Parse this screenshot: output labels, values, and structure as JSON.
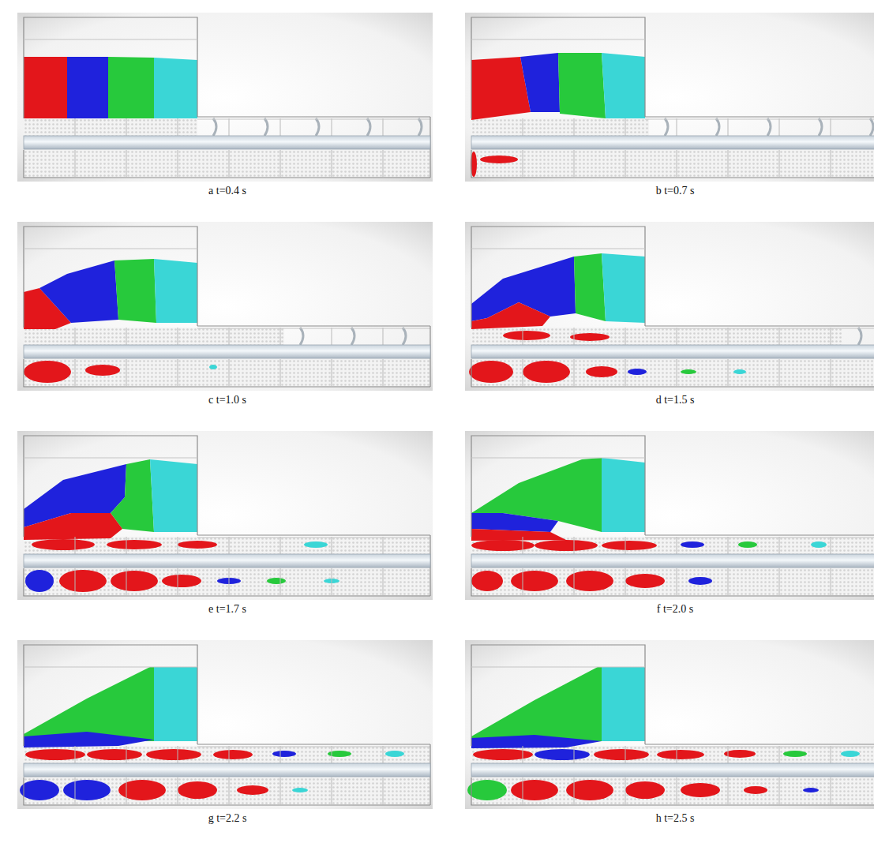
{
  "diagram": {
    "labels": [
      "a t=0.4 s",
      "b t=0.7 s",
      "c t=1.0 s",
      "d t=1.5 s",
      "e t=1.7 s",
      "f t=2.0 s",
      "g t=2.2 s",
      "h t=2.5 s"
    ]
  }
}
